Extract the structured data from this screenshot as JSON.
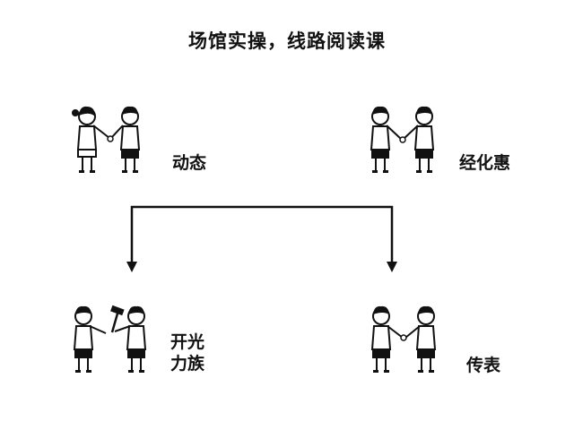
{
  "title": "场馆实操，线路阅读课",
  "nodes": [
    {
      "id": "top-left",
      "lines": [
        "动态"
      ],
      "icon": "two-children-handshake-icon"
    },
    {
      "id": "top-right",
      "lines": [
        "经化惠"
      ],
      "icon": "two-children-handshake-icon"
    },
    {
      "id": "bottom-left",
      "lines": [
        "开光",
        "力族"
      ],
      "icon": "two-children-hammer-icon"
    },
    {
      "id": "bottom-right",
      "lines": [
        "传表"
      ],
      "icon": "two-children-handshake-icon"
    }
  ],
  "connector": {
    "shape": "bracket",
    "arrows": [
      "bottom-left",
      "bottom-right"
    ]
  }
}
